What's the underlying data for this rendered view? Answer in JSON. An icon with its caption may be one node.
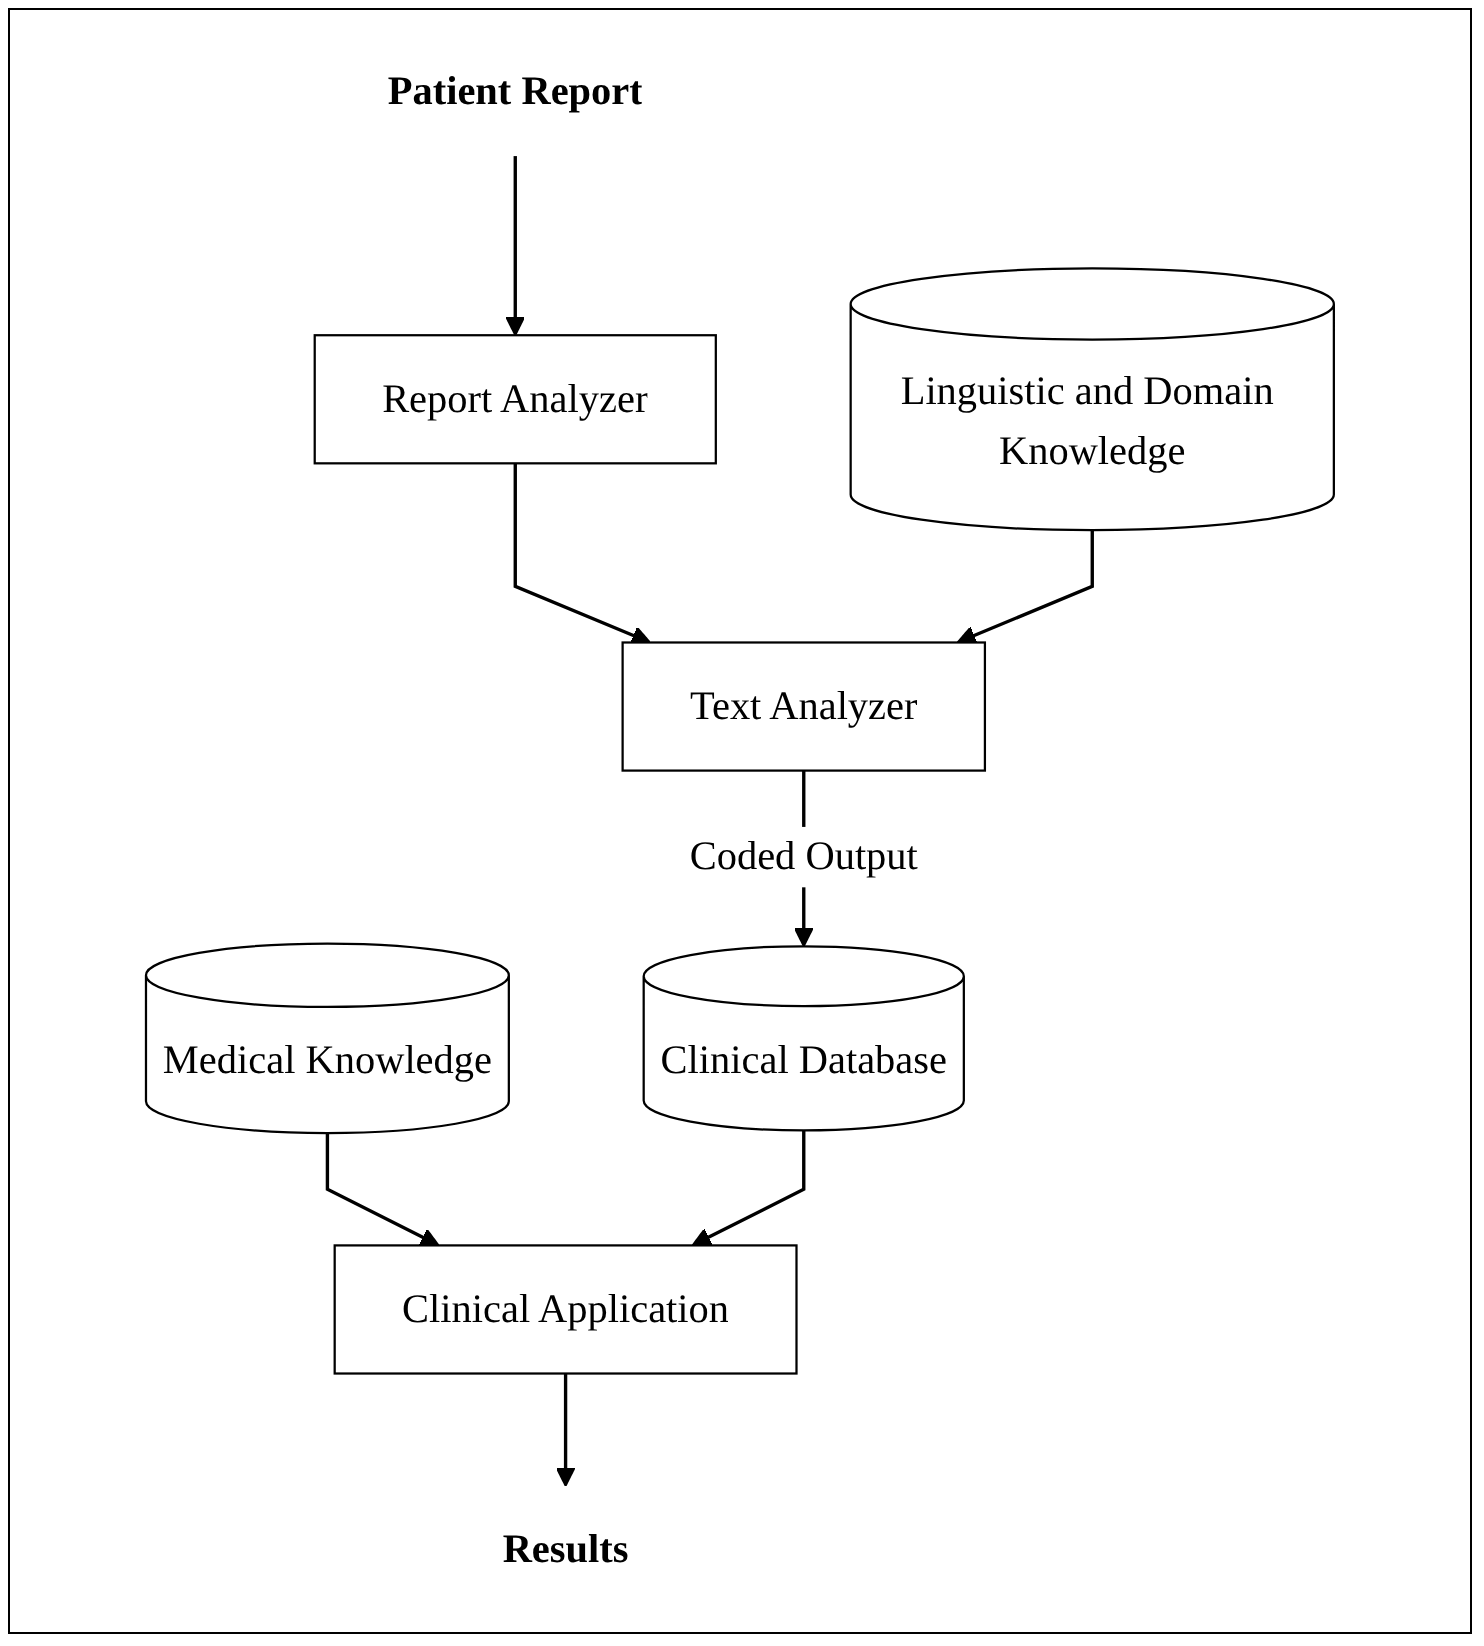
{
  "diagram": {
    "nodes": [
      {
        "text": [
          "Patient Report"
        ]
      },
      {
        "text": [
          "Report Analyzer"
        ]
      },
      {
        "text": [
          "Text Analyzer"
        ]
      },
      {
        "text": [
          "Linguistic and Domain Knowledge"
        ]
      },
      {
        "text": [
          "Medical Knowledge"
        ]
      },
      {
        "text": [
          "Clinical Application"
        ]
      },
      {
        "text": [
          "Results"
        ]
      },
      {
        "text": [
          "Clinical Database"
        ]
      }
    ],
    "edges": [
      {
        "from": 0,
        "to": 1,
        "arrow": "to"
      },
      {
        "from": 1,
        "to": 2,
        "arrow": "to"
      },
      {
        "from": 3,
        "to": 2,
        "arrow": "to"
      },
      {
        "from": 2,
        "to": 7,
        "arrow": "to",
        "label": "Coded Output"
      },
      {
        "from": 4,
        "to": 5,
        "arrow": "to"
      },
      {
        "from": 7,
        "to": 5,
        "arrow": "to"
      },
      {
        "from": 5,
        "to": 6,
        "arrow": "to"
      }
    ]
  }
}
